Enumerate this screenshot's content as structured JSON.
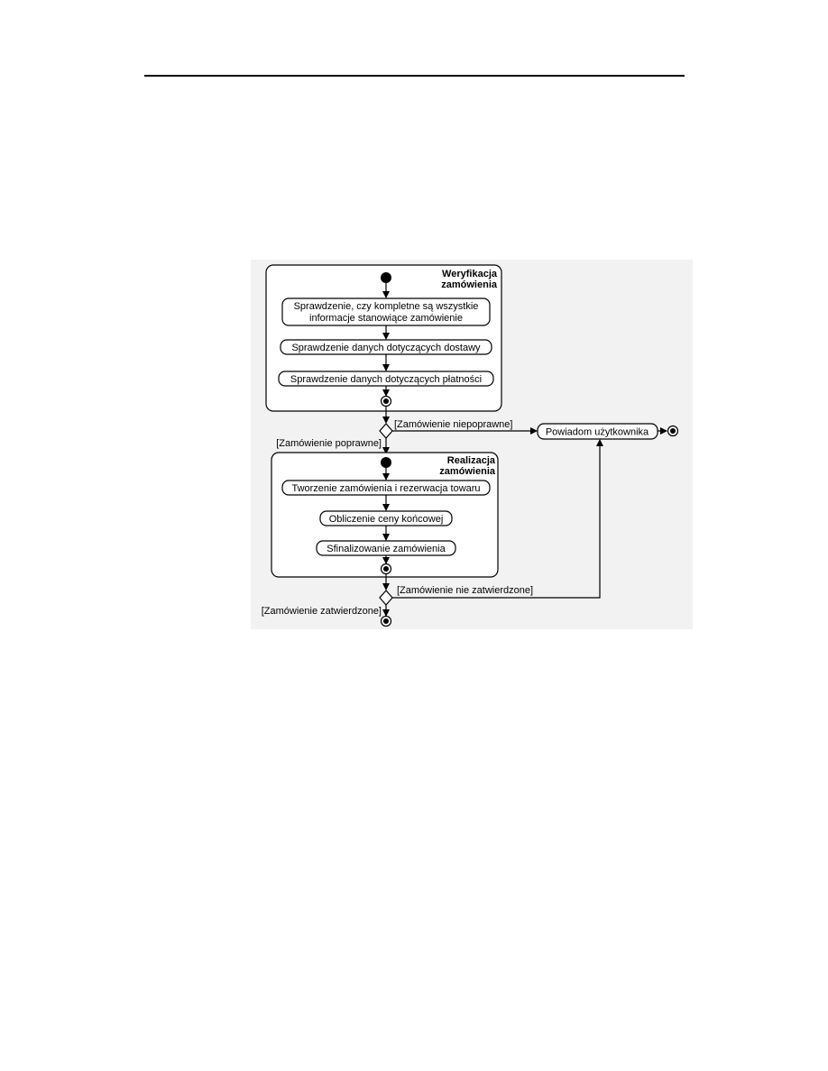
{
  "diagram": {
    "regions": [
      {
        "id": "weryfikacja",
        "title_line1": "Weryfikacja",
        "title_line2": "zamówienia"
      },
      {
        "id": "realizacja",
        "title_line1": "Realizacja",
        "title_line2": "zamówienia"
      }
    ],
    "actions": {
      "check_complete_line1": "Sprawdzenie, czy kompletne są wszystkie",
      "check_complete_line2": "informacje stanowiące zamówienie",
      "check_delivery": "Sprawdzenie danych dotyczących dostawy",
      "check_payment": "Sprawdzenie danych dotyczących płatności",
      "create_order": "Tworzenie zamówienia i rezerwacja towaru",
      "calc_price": "Obliczenie ceny końcowej",
      "finalize": "Sfinalizowanie zamówienia",
      "notify_user": "Powiadom użytkownika"
    },
    "guards": {
      "incorrect": "[Zamówienie niepoprawne]",
      "correct": "[Zamówienie poprawne]",
      "not_confirmed": "[Zamówienie nie zatwierdzone]",
      "confirmed": "[Zamówienie zatwierdzone]"
    }
  }
}
